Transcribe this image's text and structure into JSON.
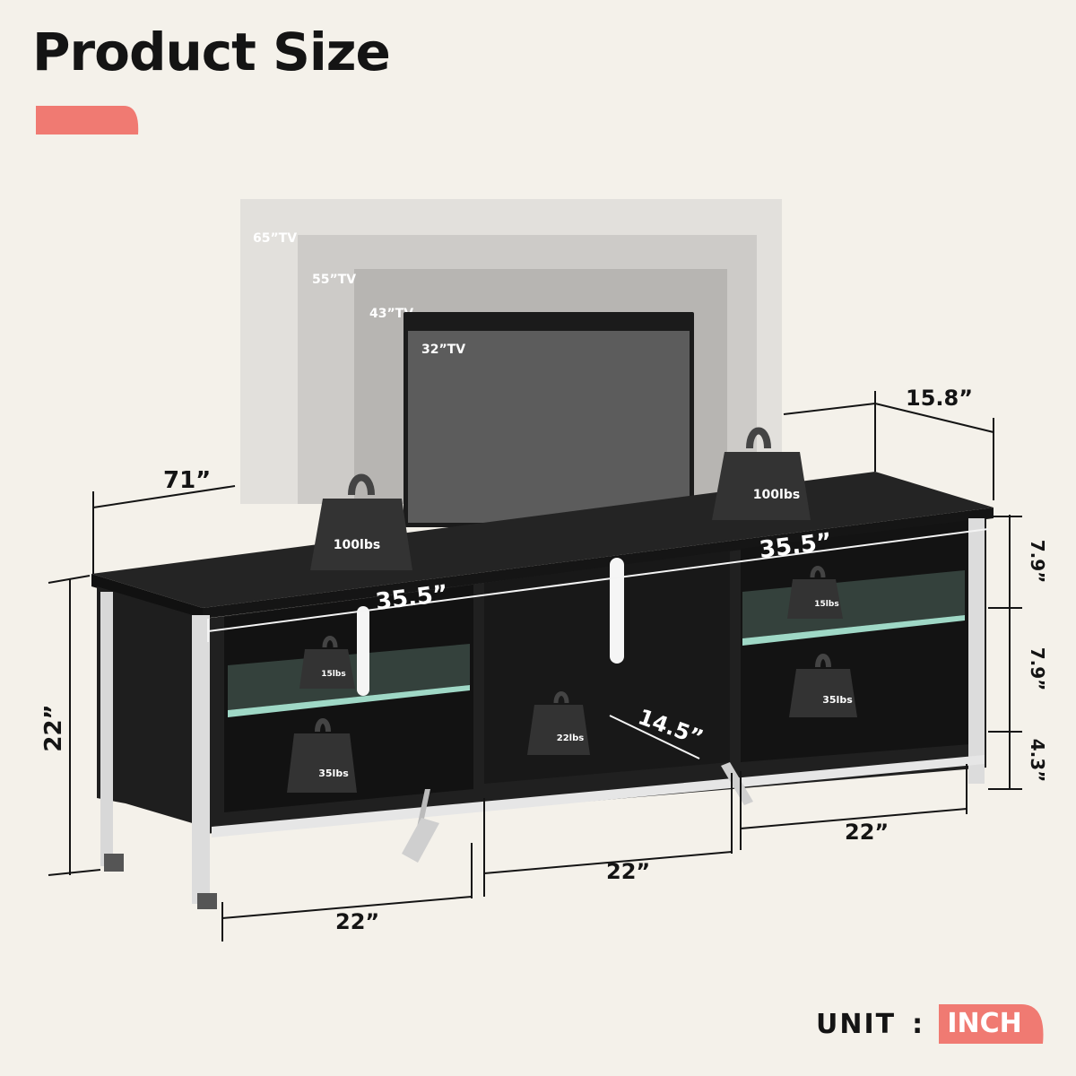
{
  "title": "Product Size",
  "accent_color": "#f07a72",
  "tv_sizes": [
    "65”TV",
    "55”TV",
    "43”TV",
    "32”TV"
  ],
  "dimensions": {
    "total_width": "71”",
    "depth": "15.8”",
    "height": "22”",
    "top_left_width": "35.5”",
    "top_right_width": "35.5”",
    "inner_depth": "14.5”",
    "bottom_left": "22”",
    "bottom_middle": "22”",
    "bottom_right": "22”",
    "shelf_top_height": "7.9”",
    "shelf_mid_height": "7.9”",
    "shelf_bottom_height": "4.3”"
  },
  "weights": {
    "top_left": "100lbs",
    "top_right": "100lbs",
    "left_glass_shelf": "15lbs",
    "left_bottom": "35lbs",
    "middle_bottom": "22lbs",
    "right_glass_shelf": "15lbs",
    "right_bottom": "35lbs"
  },
  "unit": {
    "label": "UNIT",
    "colon": ":",
    "value": "INCH"
  }
}
